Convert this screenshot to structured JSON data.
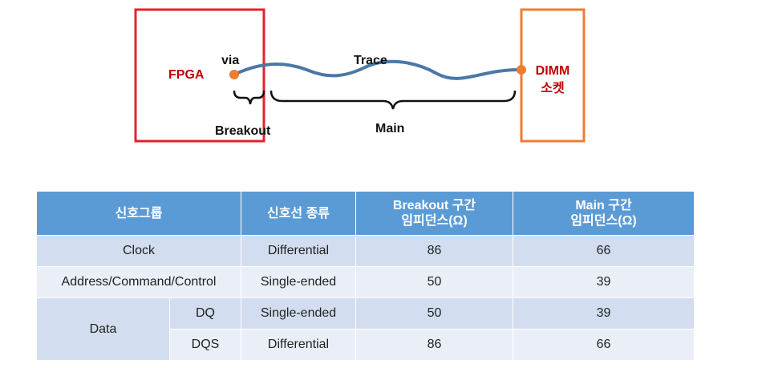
{
  "diagram": {
    "fpga_label": "FPGA",
    "via_label": "via",
    "trace_label": "Trace",
    "dimm_label_line1": "DIMM",
    "dimm_label_line2": "소켓",
    "breakout_label": "Breakout",
    "main_label": "Main",
    "colors": {
      "fpga_box": "#e8202a",
      "dimm_box": "#ed7d31",
      "trace": "#4a78a6",
      "via_dot": "#ed7d31",
      "label_red": "#c00000"
    }
  },
  "table": {
    "headers": {
      "group": "신호그룹",
      "type": "신호선 종류",
      "breakout_line1": "Breakout 구간",
      "breakout_line2": "임피던스(Ω)",
      "main_line1": "Main 구간",
      "main_line2": "임피던스(Ω)"
    },
    "rows": {
      "clock": {
        "group": "Clock",
        "type": "Differential",
        "breakout": "86",
        "main": "66"
      },
      "addr": {
        "group": "Address/Command/Control",
        "type": "Single-ended",
        "breakout": "50",
        "main": "39"
      },
      "data_group": "Data",
      "dq": {
        "sub": "DQ",
        "type": "Single-ended",
        "breakout": "50",
        "main": "39"
      },
      "dqs": {
        "sub": "DQS",
        "type": "Differential",
        "breakout": "86",
        "main": "66"
      }
    },
    "colors": {
      "header": "#5b9bd5",
      "row_dark": "#d2deef",
      "row_light": "#eaeff7"
    }
  }
}
